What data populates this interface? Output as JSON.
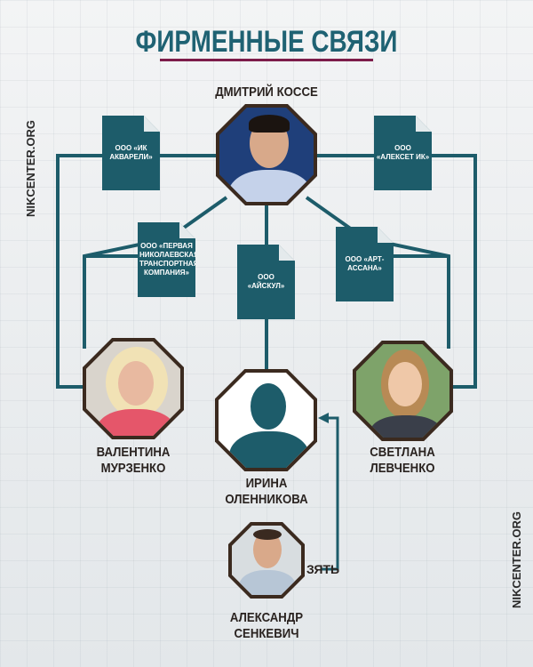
{
  "title": "ФИРМЕННЫЕ СВЯЗИ",
  "watermark": "NIKCENTER.ORG",
  "people": {
    "center": "ДМИТРИЙ КОССЕ",
    "left": [
      "ВАЛЕНТИНА",
      "МУРЗЕНКО"
    ],
    "middle": [
      "ИРИНА",
      "ОЛЕННИКОВА"
    ],
    "right": [
      "СВЕТЛАНА",
      "ЛЕВЧЕНКО"
    ],
    "bottom": [
      "АЛЕКСАНДР",
      "СЕНКЕВИЧ"
    ]
  },
  "companies": {
    "top_left": "ООО «ИК АКВАРЕЛИ»",
    "top_right": "ООО «АЛЕКСЕТ ИК»",
    "mid_left": "ООО «ПЕРВАЯ НИКОЛАЕВСКАЯ ТРАНСПОРТНАЯ КОМПАНИЯ»",
    "mid_center": "ООО «АЙСКУЛ»",
    "mid_right": "ООО «АРТ-АССАНА»"
  },
  "relation_label": "ЗЯТЬ",
  "colors": {
    "teal": "#1d5c6a",
    "maroon": "#7d1c4a",
    "frame": "#3b2a1f"
  }
}
